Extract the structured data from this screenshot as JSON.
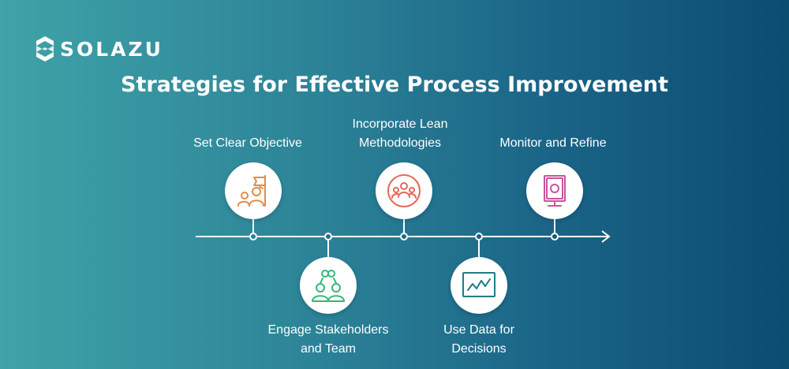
{
  "brand": {
    "name": "SOLAZU",
    "logo_icon": "solazu-s-logo-icon"
  },
  "title": "Strategies for Effective Process Improvement",
  "colors": {
    "accent_orange": "#e08c4c",
    "accent_red": "#e5675a",
    "accent_pink": "#c8559c",
    "accent_green": "#34b87a",
    "accent_teal": "#1f7c86"
  },
  "steps": [
    {
      "lines": [
        "Set Clear Objective"
      ],
      "icon": "team-flag-icon"
    },
    {
      "lines": [
        "Engage Stakeholders",
        "and Team"
      ],
      "icon": "stakeholders-icon"
    },
    {
      "lines": [
        "Incorporate Lean",
        "Methodologies"
      ],
      "icon": "group-circle-icon"
    },
    {
      "lines": [
        "Use Data for",
        "Decisions"
      ],
      "icon": "data-chart-icon"
    },
    {
      "lines": [
        "Monitor and Refine"
      ],
      "icon": "monitor-icon"
    }
  ]
}
